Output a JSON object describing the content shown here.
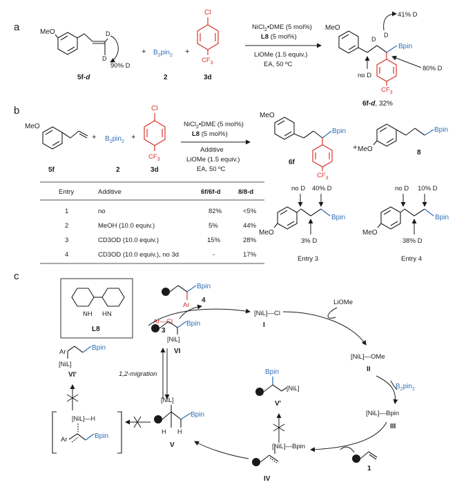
{
  "panel_a": {
    "label": "a",
    "sm_name": "5f-",
    "sm_suffix": "d",
    "sm_ome": "MeO",
    "d_top": "D",
    "d_bottom": "D",
    "d_pct": "90% D",
    "plus": "+",
    "b2pin2": "B",
    "b2pin2_sub1": "2",
    "b2pin2_pin": "pin",
    "b2pin2_sub2": "2",
    "num2": "2",
    "cl": "Cl",
    "cf3": "CF",
    "cf3_sub": "3",
    "num3d": "3d",
    "cond1": "NiCl",
    "cond1_sub": "2",
    "cond1_rest": "•DME (5 mol%)",
    "cond2_bold": "L8",
    "cond2_rest": " (5 mol%)",
    "cond3": "LiOMe (1.5 equiv.)",
    "cond4": "EA, 50 ºC",
    "prod_ome": "MeO",
    "prod_pct41": "41% D",
    "prod_d1": "D",
    "prod_d2": "D",
    "prod_bpin": "Bpin",
    "prod_nod": "no D",
    "prod_pct80": "80% D",
    "prod_cf3": "CF",
    "prod_cf3_sub": "3",
    "prod_name": "6f-",
    "prod_name_d": "d",
    "prod_yield": ", 32%"
  },
  "panel_b": {
    "label": "b",
    "sm_ome": "MeO",
    "num5f": "5f",
    "plus": "+",
    "b2pin2": "B",
    "b2pin2_sub1": "2",
    "b2pin2_pin": "pin",
    "b2pin2_sub2": "2",
    "num2": "2",
    "cl": "Cl",
    "cf3": "CF",
    "cf3_sub": "3",
    "num3d": "3d",
    "cond1": "NiCl",
    "cond1_sub": "2",
    "cond1_rest": "•DME (5 mol%)",
    "cond2_bold": "L8",
    "cond2_rest": " (5 mol%)",
    "cond3": "Additive",
    "cond4": "LiOMe (1.5 equiv.)",
    "cond5": "EA, 50 ºC",
    "p6_ome": "MeO",
    "p6_bpin": "Bpin",
    "p6_cf3": "CF",
    "p6_cf3_sub": "3",
    "p6_num": "6f",
    "p8_ome": "MeO",
    "p8_bpin": "Bpin",
    "p8_num": "8",
    "table_headers": [
      "Entry",
      "Additive",
      "6f/6f-d",
      "8/8-d"
    ],
    "table_rows": [
      [
        "1",
        "no",
        "82%",
        "<5%"
      ],
      [
        "2",
        "MeOH (10.0 equiv.)",
        "5%",
        "44%"
      ],
      [
        "3",
        "CD3OD (10.0 equiv.)",
        "15%",
        "28%"
      ],
      [
        "4",
        "CD3OD (10.0 equiv.), no 3d",
        "-",
        "17%"
      ]
    ],
    "e3_nod": "no D",
    "e3_pct40": "40% D",
    "e3_ome": "MeO",
    "e3_bpin": "Bpin",
    "e3_pct3": "3% D",
    "e3_label": "Entry 3",
    "e4_nod": "no D",
    "e4_pct10": "10% D",
    "e4_ome": "MeO",
    "e4_bpin": "Bpin",
    "e4_pct38": "38% D",
    "e4_label": "Entry 4"
  },
  "panel_c": {
    "label": "c",
    "l8_nh1": "NH",
    "l8_hn2": "HN",
    "l8_label": "L8",
    "top_bpin": "Bpin",
    "top_ar": "Ar",
    "top_num": "4",
    "arcl": "Ar—Cl",
    "arcl_num": "3",
    "i_label": "[NiL]—Cl",
    "i_num": "I",
    "liome": "LiOMe",
    "ii_label": "[NiL]—OMe",
    "ii_num": "II",
    "b2pin2": "B",
    "b2pin2_sub1": "2",
    "b2pin2_pin": "pin",
    "b2pin2_sub2": "2",
    "iii_label": "[NiL]—Bpin",
    "iii_num": "III",
    "vi_bpin": "Bpin",
    "vi_nil": "[NiL]",
    "vi_num": "VI",
    "vip_ar": "Ar",
    "vip_bpin": "Bpin",
    "vip_nil": "[NiL]",
    "vip_num": "VI'",
    "migration": "1,2-migration",
    "vp_bpin": "Bpin",
    "vp_nil": "[NiL]",
    "vp_num": "V'",
    "v_nil": "[NiL]",
    "v_h1": "H",
    "v_h2": "H",
    "v_bpin": "Bpin",
    "v_num": "V",
    "iv_label": "[NiL]—Bpin",
    "iv_num": "IV",
    "sm_num": "1",
    "br_nilh": "[NiL]—H",
    "br_ar": "Ar",
    "br_bpin": "Bpin"
  }
}
